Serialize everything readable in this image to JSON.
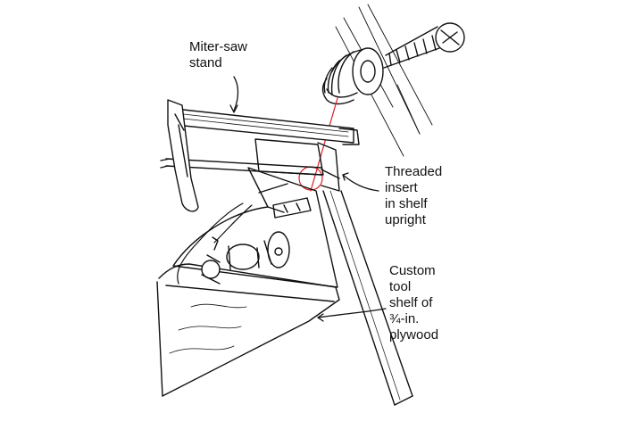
{
  "callouts": {
    "miter_saw_stand": {
      "lines": [
        "Miter-saw",
        "stand"
      ]
    },
    "threaded_insert": {
      "lines": [
        "Threaded",
        "insert",
        "in shelf",
        "upright"
      ]
    },
    "tool_shelf": {
      "lines": [
        "Custom",
        "tool",
        "shelf of",
        "¾-in.",
        "plywood"
      ]
    }
  },
  "colors": {
    "ink": "#111111",
    "highlight": "#d9202a",
    "paper": "#ffffff"
  }
}
